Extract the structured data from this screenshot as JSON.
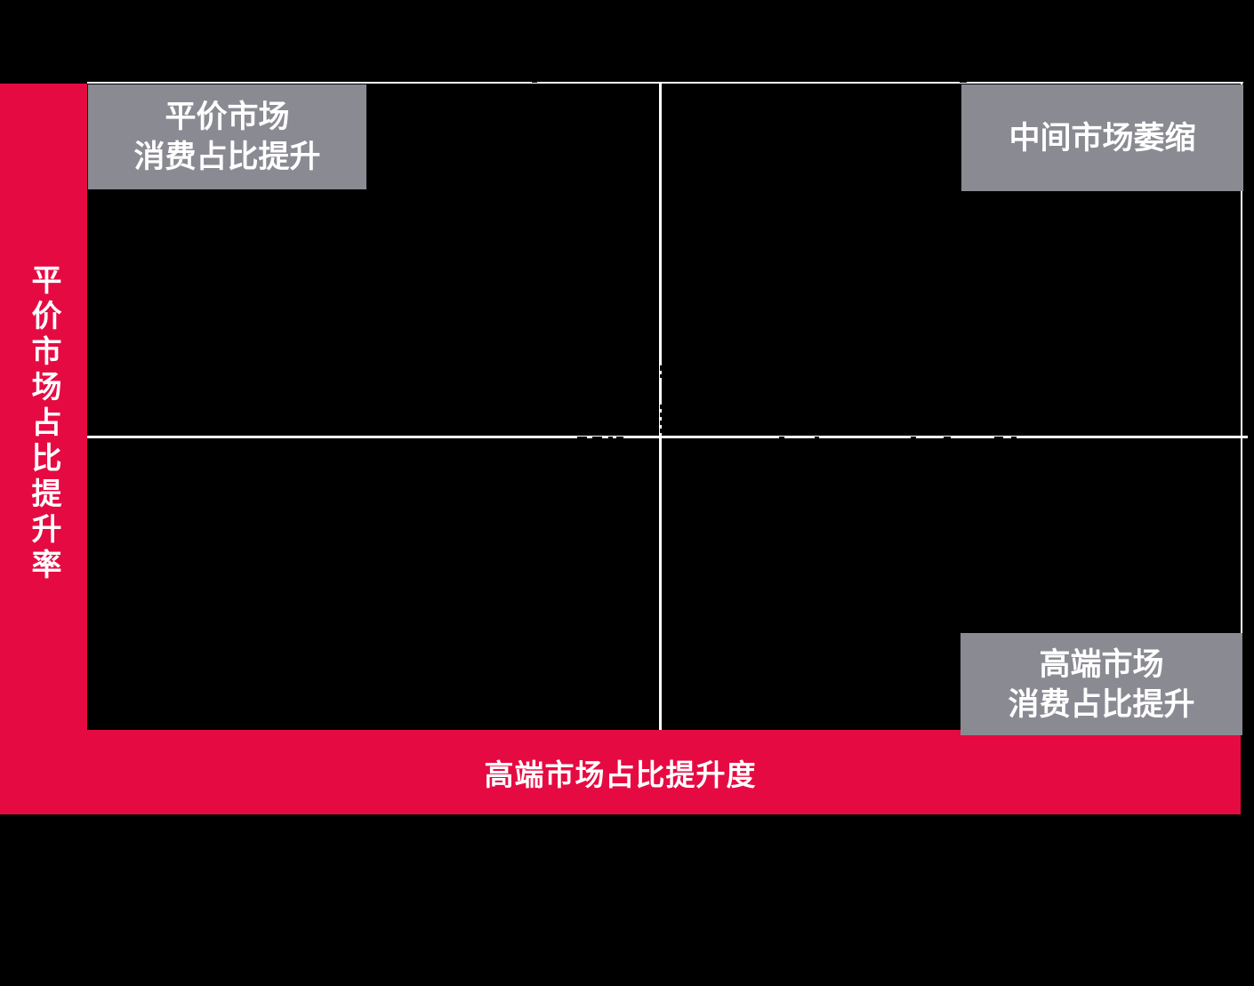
{
  "colors": {
    "background": "#000000",
    "accent-red": "#E60A42",
    "box-gray": "#8A8A92",
    "line-white": "#FFFFFF"
  },
  "chart_data": {
    "type": "scatter",
    "subtype": "2x2-quadrant-matrix",
    "title": "",
    "xlabel": "高端市场占比提升度",
    "ylabel": "平价市场占比提升率",
    "quadrants": {
      "top_left": {
        "line1": "平价市场",
        "line2": "消费占比提升"
      },
      "top_right": {
        "line1": "中间市场萎缩"
      },
      "bottom_right": {
        "line1": "高端市场",
        "line2": "消费占比提升"
      }
    },
    "points": [],
    "layout": {
      "legend": "none",
      "gridlines": "center cross plus top and right plot border",
      "plot_background": "black",
      "axis_bars": "red L-shaped bars on left and bottom"
    }
  }
}
